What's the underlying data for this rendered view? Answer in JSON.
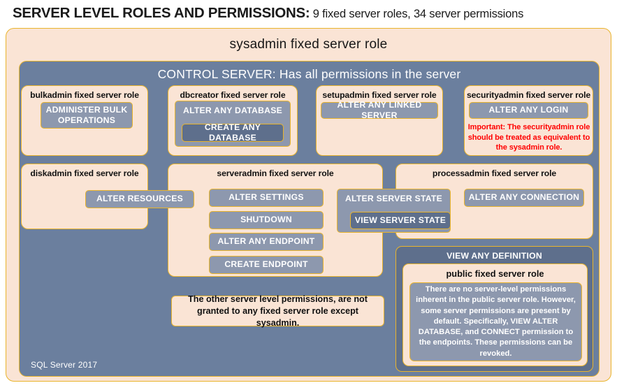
{
  "title": {
    "main": "SERVER LEVEL ROLES AND PERMISSIONS:",
    "sub": " 9 fixed server roles, 34 server permissions"
  },
  "sysadmin": {
    "label": "sysadmin  fixed  server  role"
  },
  "control_server": {
    "label": "CONTROL SERVER: Has all permissions in the server"
  },
  "footer": {
    "label": "SQL Server 2017"
  },
  "roles": {
    "bulkadmin": {
      "title": "bulkadmin  fixed server role",
      "permissions": [
        "ADMINISTER  BULK OPERATIONS"
      ]
    },
    "dbcreator": {
      "title": "dbcreator fixed server role",
      "outer_permission": "ALTER ANY DATABASE",
      "inner_permission": "CREATE  ANY DATABASE"
    },
    "setupadmin": {
      "title": "setupadmin fixed server role",
      "permissions": [
        "ALTER ANY LINKED SERVER"
      ]
    },
    "securityadmin": {
      "title": "securityadmin  fixed server role",
      "permissions": [
        "ALTER ANY LOGIN"
      ],
      "warning": "Important:  The securityadmin role should  be treated  as equivalent to the sysadmin role."
    },
    "diskadmin": {
      "title": "diskadmin  fixed server role",
      "permissions": [
        "ALTER RESOURCES"
      ]
    },
    "serveradmin": {
      "title": "serveradmin fixed server role",
      "permissions": [
        "ALTER SETTINGS",
        "SHUTDOWN",
        "ALTER ANY ENDPOINT",
        "CREATE  ENDPOINT"
      ],
      "outer_permission": "ALTER SERVER  STATE",
      "inner_permission": "VIEW SERVER  STATE"
    },
    "processadmin": {
      "title": "processadmin fixed server role",
      "permissions": [
        "ALTER ANY CONNECTION"
      ]
    },
    "public": {
      "view_any_definition": "VIEW ANY DEFINITION",
      "title": "public  fixed server role",
      "note": "There are no server-level permissions inherent in the public server role. However, some server permissions are present by default. Specifically, VIEW ALTER DATABASE, and CONNECT permission to the endpoints. These permissions can be revoked."
    }
  },
  "notes": {
    "other_permissions": "The other server level permissions,  are not granted to any fixed server role except sysadmin."
  },
  "colors": {
    "peach": "#fae4d5",
    "gold": "#e9b42c",
    "slate_panel": "#6b7f9e",
    "slate_chip": "#8d98ae",
    "slate_dark": "#5e6f8c",
    "warning_red": "#ff0000",
    "white": "#ffffff"
  }
}
